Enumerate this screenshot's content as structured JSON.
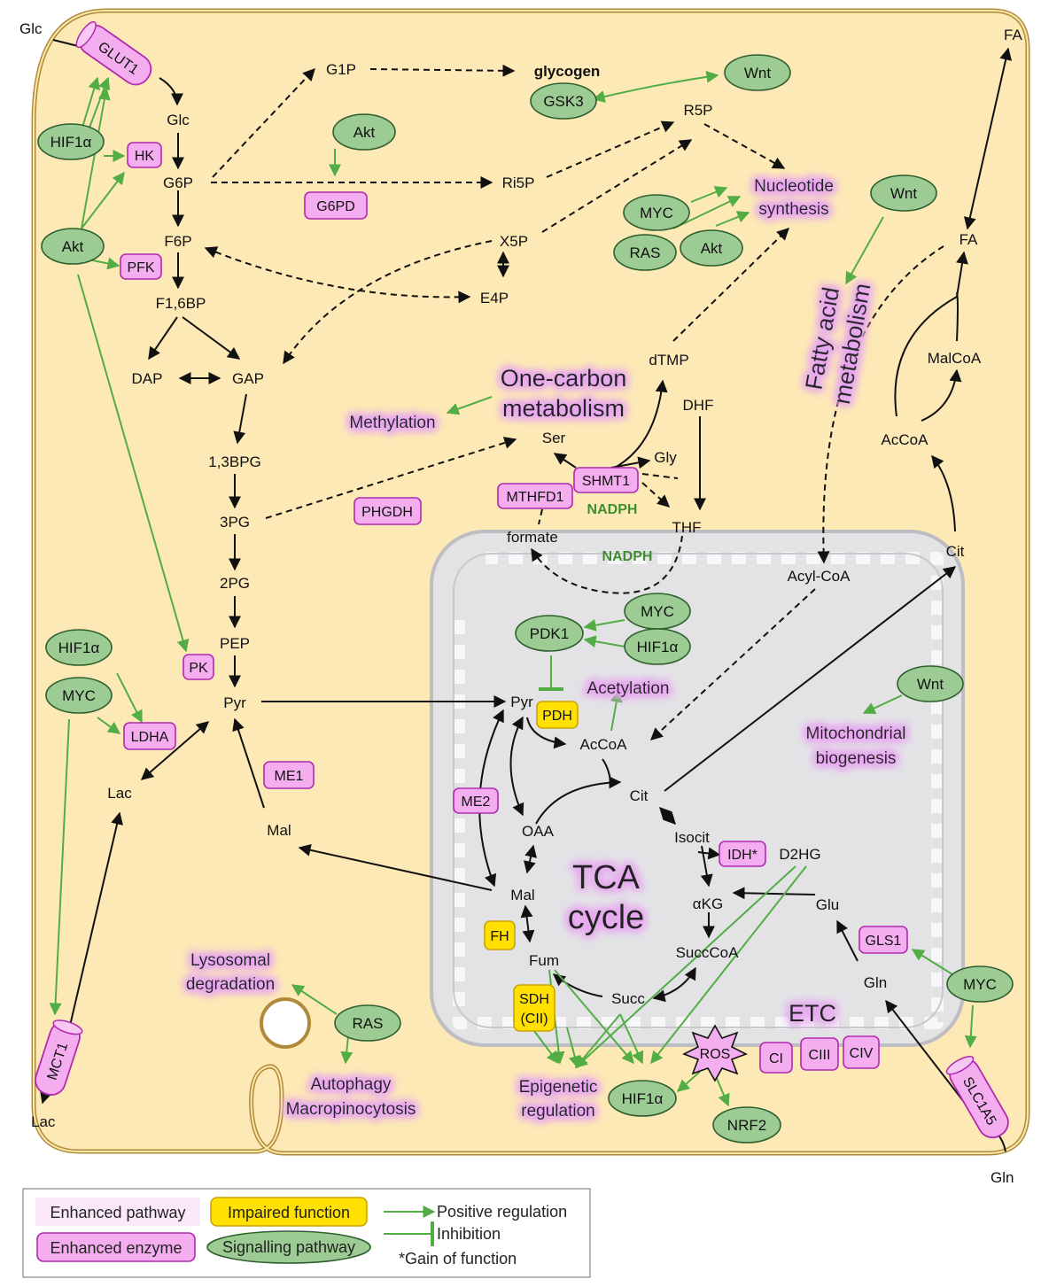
{
  "colors": {
    "cell_fill": "#fde9b5",
    "cell_border": "#b08a3a",
    "mito_fill": "#e3e3e6",
    "enhanced_enzyme": "#f4aef0",
    "impaired_function": "#ffe000",
    "signalling_pathway": "#9ccc93",
    "positive_regulation": "#52ad45",
    "enhanced_pathway_glow": "#e7a6f0"
  },
  "external": {
    "glc_in": "Glc",
    "lac_out": "Lac",
    "fa_out": "FA",
    "gln_in": "Gln"
  },
  "transporters": {
    "glut1": "GLUT1",
    "mct1": "MCT1",
    "slc1a5": "SLC1A5"
  },
  "metabolites": {
    "glc": "Glc",
    "g6p": "G6P",
    "f6p": "F6P",
    "f16bp": "F1,6BP",
    "dap": "DAP",
    "gap": "GAP",
    "bpg13": "1,3BPG",
    "pg3": "3PG",
    "pg2": "2PG",
    "pep": "PEP",
    "pyr": "Pyr",
    "lac": "Lac",
    "mal_cyto": "Mal",
    "g1p": "G1P",
    "glycogen": "glycogen",
    "r5p": "R5P",
    "ri5p": "Ri5P",
    "x5p": "X5P",
    "e4p": "E4P",
    "dtmp": "dTMP",
    "dhf": "DHF",
    "ser": "Ser",
    "gly": "Gly",
    "thf": "THF",
    "formate": "formate",
    "fa": "FA",
    "malcoa": "MalCoA",
    "accoa_cyto": "AcCoA",
    "cit_cyto": "Cit",
    "acylcoa": "Acyl-CoA",
    "pyr_mito": "Pyr",
    "accoa_mito": "AcCoA",
    "cit_mito": "Cit",
    "isocit": "Isocit",
    "d2hg": "D2HG",
    "akg": "αKG",
    "succcoa": "SuccCoA",
    "succ": "Succ",
    "fum": "Fum",
    "mal_mito": "Mal",
    "oaa": "OAA",
    "glu": "Glu",
    "gln": "Gln"
  },
  "enzymes": {
    "hk": "HK",
    "pfk": "PFK",
    "pk": "PK",
    "ldha": "LDHA",
    "me1": "ME1",
    "g6pd": "G6PD",
    "phgdh": "PHGDH",
    "mthfd1": "MTHFD1",
    "shmt1": "SHMT1",
    "me2": "ME2",
    "idh": "IDH*",
    "gls1": "GLS1",
    "ci": "CI",
    "ciii": "CIII",
    "civ": "CIV"
  },
  "impaired": {
    "pdh": "PDH",
    "fh": "FH",
    "sdh_line1": "SDH",
    "sdh_line2": "(CII)"
  },
  "signalling": {
    "hif1a_top": "HIF1α",
    "akt_left": "Akt",
    "akt_g6pd": "Akt",
    "gsk3": "GSK3",
    "wnt_top": "Wnt",
    "myc_nuc": "MYC",
    "ras_nuc": "RAS",
    "akt_nuc": "Akt",
    "wnt_fa": "Wnt",
    "hif1a_left": "HIF1α",
    "myc_left": "MYC",
    "myc_pdk": "MYC",
    "pdk1": "PDK1",
    "hif1a_pdk": "HIF1α",
    "wnt_mito": "Wnt",
    "ras_bottom": "RAS",
    "myc_right": "MYC",
    "hif1a_bottom": "HIF1α",
    "nrf2": "NRF2"
  },
  "ros": "ROS",
  "cofactors": {
    "nadph1": "NADPH",
    "nadph2": "NADPH"
  },
  "pathways": {
    "nucleotide_line1": "Nucleotide",
    "nucleotide_line2": "synthesis",
    "one_carbon_line1": "One-carbon",
    "one_carbon_line2": "metabolism",
    "methylation": "Methylation",
    "fatty_acid_line1": "Fatty acid",
    "fatty_acid_line2": "metabolism",
    "acetylation": "Acetylation",
    "mito_bio_line1": "Mitochondrial",
    "mito_bio_line2": "biogenesis",
    "tca_line1": "TCA",
    "tca_line2": "cycle",
    "etc": "ETC",
    "lysosomal_line1": "Lysosomal",
    "lysosomal_line2": "degradation",
    "autophagy": "Autophagy",
    "macropinocytosis": "Macropinocytosis",
    "epigenetic_line1": "Epigenetic",
    "epigenetic_line2": "regulation"
  },
  "legend": {
    "enhanced_pathway": "Enhanced pathway",
    "enhanced_enzyme": "Enhanced enzyme",
    "impaired_function": "Impaired function",
    "signalling_pathway": "Signalling pathway",
    "positive_regulation": "Positive regulation",
    "inhibition": "Inhibition",
    "gain_of_function": "*Gain of function"
  }
}
